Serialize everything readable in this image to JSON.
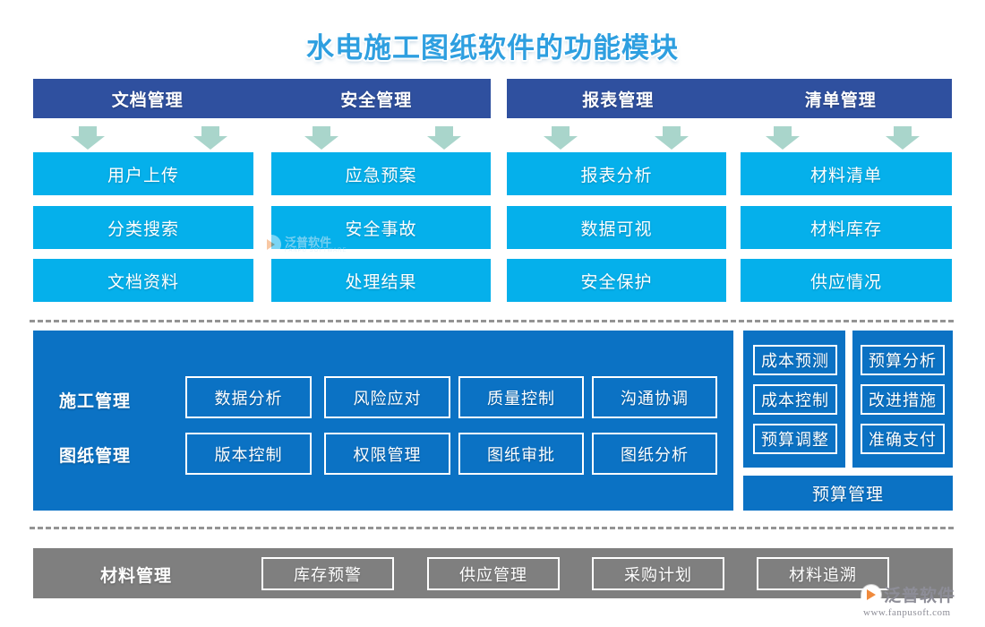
{
  "title": "水电施工图纸软件的功能模块",
  "headers": {
    "left": [
      "文档管理",
      "安全管理"
    ],
    "right": [
      "报表管理",
      "清单管理"
    ]
  },
  "columns": [
    {
      "header": "文档管理",
      "items": [
        "用户上传",
        "分类搜索",
        "文档资料"
      ]
    },
    {
      "header": "安全管理",
      "items": [
        "应急预案",
        "安全事故",
        "处理结果"
      ]
    },
    {
      "header": "报表管理",
      "items": [
        "报表分析",
        "数据可视",
        "安全保护"
      ]
    },
    {
      "header": "清单管理",
      "items": [
        "材料清单",
        "材料库存",
        "供应情况"
      ]
    }
  ],
  "mid_panel": {
    "row_labels": [
      "施工管理",
      "图纸管理"
    ],
    "row1": [
      "数据分析",
      "风险应对",
      "质量控制",
      "沟通协调"
    ],
    "row2": [
      "版本控制",
      "权限管理",
      "图纸审批",
      "图纸分析"
    ]
  },
  "budget_panel": {
    "col1": [
      "成本预测",
      "成本控制",
      "预算调整"
    ],
    "col2": [
      "预算分析",
      "改进措施",
      "准确支付"
    ],
    "footer": "预算管理"
  },
  "bottom_bar": {
    "label": "材料管理",
    "items": [
      "库存预警",
      "供应管理",
      "采购计划",
      "材料追溯"
    ]
  },
  "watermark": {
    "cn": "泛普软件",
    "en": "FANPU SOFTWARE"
  },
  "logo": {
    "cn": "泛普软件",
    "url": "www.fanpusoft.com"
  },
  "colors": {
    "title": "#2e9fe0",
    "header_bar": "#2f509f",
    "cyan_box": "#05b0eb",
    "mid_panel": "#0b72c4",
    "gray_bar": "#7f7f7f",
    "arrow": "#a9d5cb",
    "dashed": "#949494"
  }
}
